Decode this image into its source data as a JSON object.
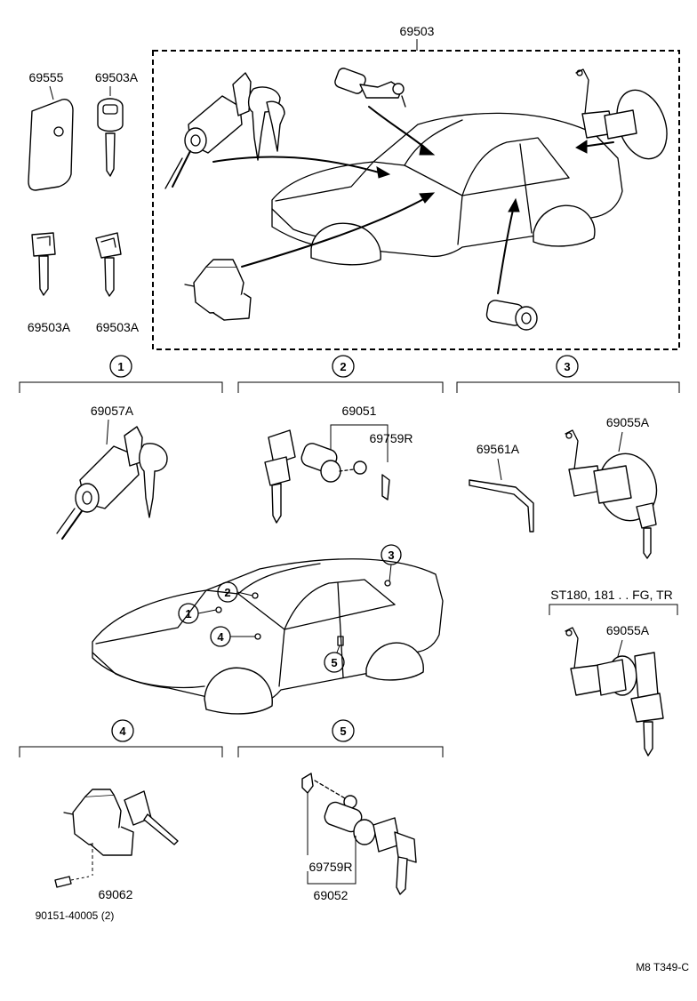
{
  "labels": {
    "assembly_set": "69503",
    "plate": "69555",
    "key_top": "69503A",
    "key_bottom_left": "69503A",
    "key_bottom_right": "69503A",
    "ignition_cyl": "69057A",
    "door_cyl_set": "69051",
    "retainer_front": "69759R",
    "opener_link": "69561A",
    "trunk_cyl": "69055A",
    "variant_caption": "ST180, 181 . . FG, TR",
    "trunk_cyl_variant": "69055A",
    "glove_lock": "69062",
    "screw": "90151-40005 (2)",
    "retainer_rear": "69759R",
    "door_cyl_rear": "69052",
    "catalog_code": "M8 T349-C"
  },
  "callouts": {
    "c1": "1",
    "c2": "2",
    "c3": "3",
    "c4": "4",
    "c5": "5"
  }
}
